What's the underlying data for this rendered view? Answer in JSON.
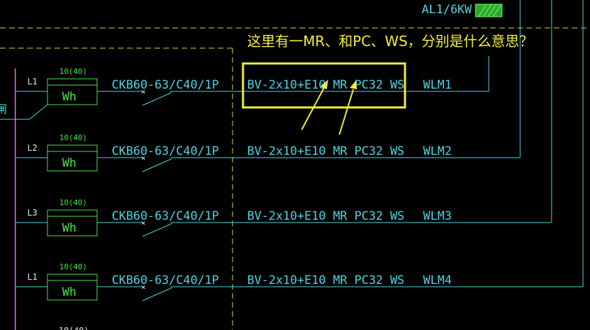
{
  "panel": {
    "label": "AL1/6KW"
  },
  "question": "这里有一MR、和PC、WS，分别是什么意思？",
  "edge_glyph": "闸",
  "colors": {
    "wire": "#4fd3df",
    "meter": "#4ce04c",
    "annotation": "#f2ee3a",
    "dash": "#d8d84a",
    "busbar": "#c040c0"
  },
  "circuits": [
    {
      "phase": "L1",
      "meter_rating": "10(40)",
      "meter_label": "Wh",
      "breaker": "CKB60-63/C40/1P",
      "cable": "BV-2x10+E10 MR PC32 WS",
      "loop": "WLM1"
    },
    {
      "phase": "L2",
      "meter_rating": "10(40)",
      "meter_label": "Wh",
      "breaker": "CKB60-63/C40/1P",
      "cable": "BV-2x10+E10 MR PC32 WS",
      "loop": "WLM2"
    },
    {
      "phase": "L3",
      "meter_rating": "10(40)",
      "meter_label": "Wh",
      "breaker": "CKB60-63/C40/1P",
      "cable": "BV-2x10+E10 MR PC32 WS",
      "loop": "WLM3"
    },
    {
      "phase": "L1",
      "meter_rating": "10(40)",
      "meter_label": "Wh",
      "breaker": "CKB60-63/C40/1P",
      "cable": "BV-2x10+E10 MR PC32 WS",
      "loop": "WLM4"
    }
  ]
}
